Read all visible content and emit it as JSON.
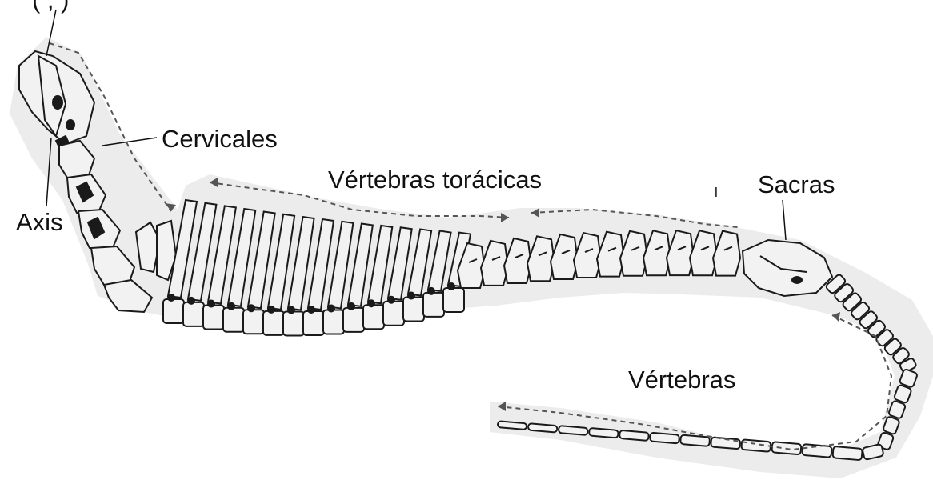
{
  "image": {
    "subject": "spine-skeleton",
    "ink_color": "#1a1a1a",
    "bone_color": "#f2f2f2",
    "halo_color": "#ececec"
  },
  "labels": {
    "top_partial": "(    ,    )",
    "cervical": "Cervicales",
    "axis": "Axis",
    "thoracic": "Vértebras torácicas",
    "sacral": "Sacras",
    "caudal": "Vértebras",
    "stray_mark": "l"
  }
}
